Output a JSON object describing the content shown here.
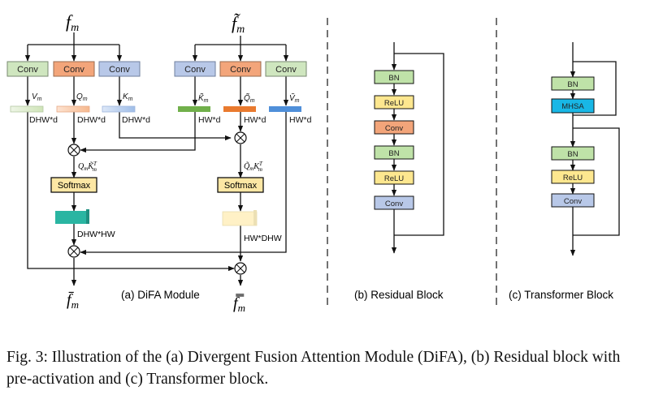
{
  "colors": {
    "conv_green": "#cfe6bf",
    "conv_orange": "#f3a57a",
    "conv_blue": "#b8c8e8",
    "softmax": "#fde7a4",
    "bn": "#bfe2a8",
    "relu": "#fde78f",
    "mhsa": "#18b7e6",
    "attn_teal": "#2ab5a2",
    "attn_cream": "#fff1c6",
    "bar_green": "#71b04b",
    "bar_orange": "#e97a2f",
    "bar_blue": "#4f8fd9"
  },
  "difa": {
    "input_left": "f",
    "input_left_sub": "m",
    "input_right": "f̃",
    "input_right_sub": "m",
    "conv_labels": [
      "Conv",
      "Conv",
      "Conv",
      "Conv",
      "Conv",
      "Conv"
    ],
    "feat_left": [
      "V",
      "Q",
      "K"
    ],
    "feat_right": [
      "K̃",
      "Q̃",
      "Ṽ"
    ],
    "feat_sub": "m",
    "dim_left": [
      "DHW*d",
      "DHW*d",
      "DHW*d"
    ],
    "dim_right": [
      "HW*d",
      "HW*d",
      "HW*d"
    ],
    "prod_left": "Q",
    "prod_left_mid": "K̃",
    "prod_left_sup": "T",
    "prod_right": "Q̃",
    "prod_right_mid": "K",
    "prod_right_sup": "T",
    "prod_sub": "m",
    "softmax_labels": [
      "Softmax",
      "Softmax"
    ],
    "attn_dims": [
      "DHW*HW",
      "HW*DHW"
    ],
    "output_left": "f̄",
    "output_right": "f̿",
    "output_sub": "m",
    "otimes": "⊗",
    "label": "(a) DiFA Module"
  },
  "residual": {
    "blocks": [
      "BN",
      "ReLU",
      "Conv",
      "BN",
      "ReLU",
      "Conv"
    ],
    "label": "(b) Residual Block"
  },
  "transformer": {
    "blocks": [
      "BN",
      "MHSA",
      "BN",
      "ReLU",
      "Conv"
    ],
    "label": "(c) Transformer Block"
  },
  "caption": {
    "text": "Fig. 3: Illustration of the (a) Divergent Fusion Attention Module (DiFA), (b) Residual block with pre-activation and (c) Transformer block."
  }
}
